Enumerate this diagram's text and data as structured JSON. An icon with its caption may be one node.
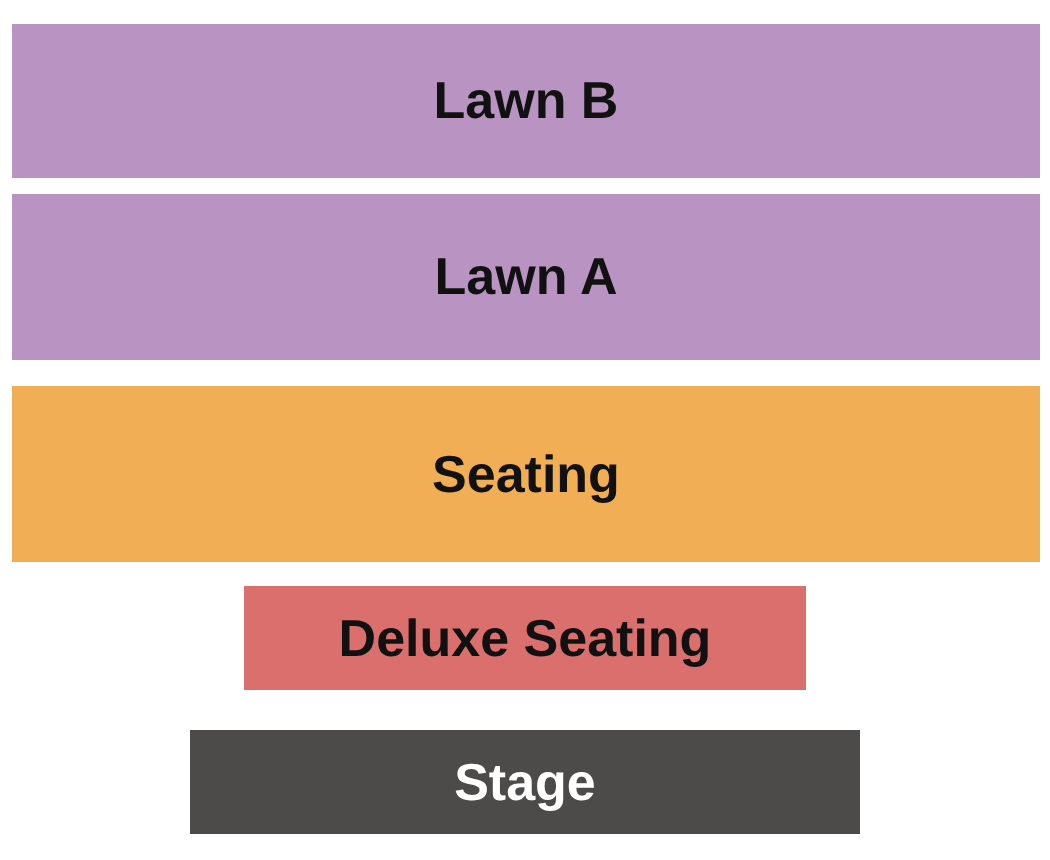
{
  "diagram": {
    "nodes": [
      {
        "text": [
          "Lawn B"
        ]
      },
      {
        "text": [
          "Lawn A"
        ]
      },
      {
        "text": [
          "Seating"
        ]
      },
      {
        "text": [
          "Deluxe Seating"
        ]
      },
      {
        "text": [
          "Stage"
        ]
      }
    ]
  }
}
